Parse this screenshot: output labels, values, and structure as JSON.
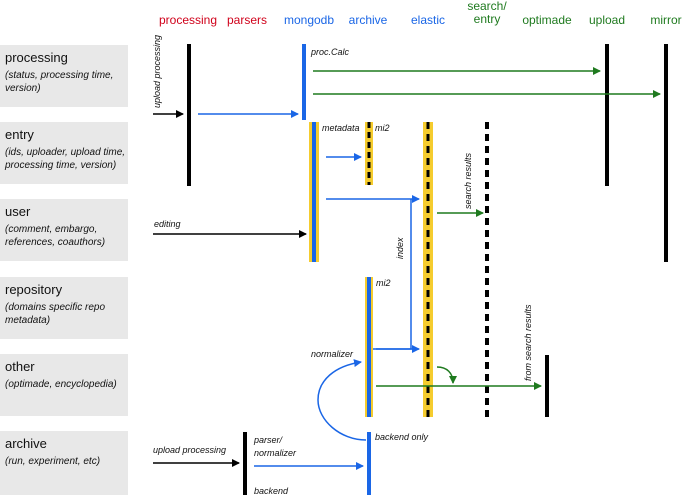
{
  "columns": [
    {
      "label": "processing",
      "color": "#d0021b"
    },
    {
      "label": "parsers",
      "color": "#d0021b"
    },
    {
      "label": "mongodb",
      "color": "#1a66e6"
    },
    {
      "label": "archive",
      "color": "#1a66e6"
    },
    {
      "label": "elastic",
      "color": "#1a66e6"
    },
    {
      "label": "search/\nentry",
      "color": "#1f7a1f"
    },
    {
      "label": "optimade",
      "color": "#1f7a1f"
    },
    {
      "label": "upload",
      "color": "#1f7a1f"
    },
    {
      "label": "mirror",
      "color": "#1f7a1f"
    }
  ],
  "rows": [
    {
      "title": "processing",
      "desc": "(status, processing time, version)"
    },
    {
      "title": "entry",
      "desc": "(ids, uploader, upload time, processing time, version)"
    },
    {
      "title": "user",
      "desc": "(comment, embargo, references, coauthors)"
    },
    {
      "title": "repository",
      "desc": "(domains specific repo metadata)"
    },
    {
      "title": "other",
      "desc": "(optimade, encyclopedia)"
    },
    {
      "title": "archive",
      "desc": "(run, experiment, etc)"
    }
  ],
  "labels": {
    "upload_processing_vertical": "upload processing",
    "proc_calc": "proc.Calc",
    "metadata": "metadata",
    "mi2_top": "mi2",
    "search_results": "search results",
    "editing": "editing",
    "index": "index",
    "mi2_mid": "mi2",
    "normalizer": "normalizer",
    "from_search_results": "from search results",
    "upload_processing": "upload processing",
    "parser_normalizer_1": "parser/",
    "parser_normalizer_2": "normalizer",
    "backend_only": "backend only",
    "backend": "backend"
  },
  "colors": {
    "blue": "#1a66e6",
    "green": "#1f7a1f",
    "red": "#d0021b",
    "yellow": "#f5cc2e",
    "black": "#000000",
    "band": "#e8e8e8"
  }
}
